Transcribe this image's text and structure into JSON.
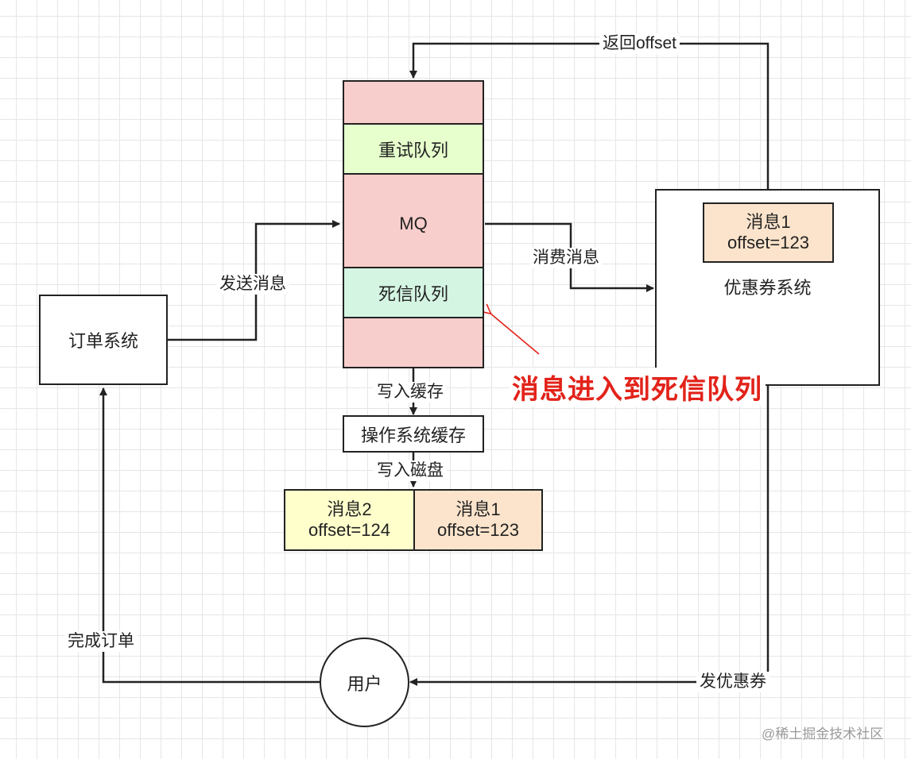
{
  "nodes": {
    "mq": "MQ",
    "retry_queue": "重试队列",
    "dead_letter_queue": "死信队列",
    "order_system": "订单系统",
    "coupon_system": "优惠券系统",
    "os_cache": "操作系统缓存",
    "user": "用户",
    "coupon_msg": {
      "line1": "消息1",
      "line2": "offset=123"
    },
    "disk_msg2": {
      "line1": "消息2",
      "line2": "offset=124"
    },
    "disk_msg1": {
      "line1": "消息1",
      "line2": "offset=123"
    }
  },
  "edges": {
    "send_message": "发送消息",
    "consume_message": "消费消息",
    "return_offset": "返回offset",
    "write_cache": "写入缓存",
    "write_disk": "写入磁盘",
    "issue_coupon": "发优惠券",
    "complete_order": "完成订单"
  },
  "annotation": "消息进入到死信队列",
  "watermark": "@稀土掘金技术社区",
  "colors": {
    "mq_fill": "#f8cecc",
    "retry_fill": "#e6ffcc",
    "dead_fill": "#d5f5e3",
    "msg_orange": "#fce4cc",
    "msg_yellow": "#ffffcc",
    "annotation_red": "#e2231a"
  }
}
